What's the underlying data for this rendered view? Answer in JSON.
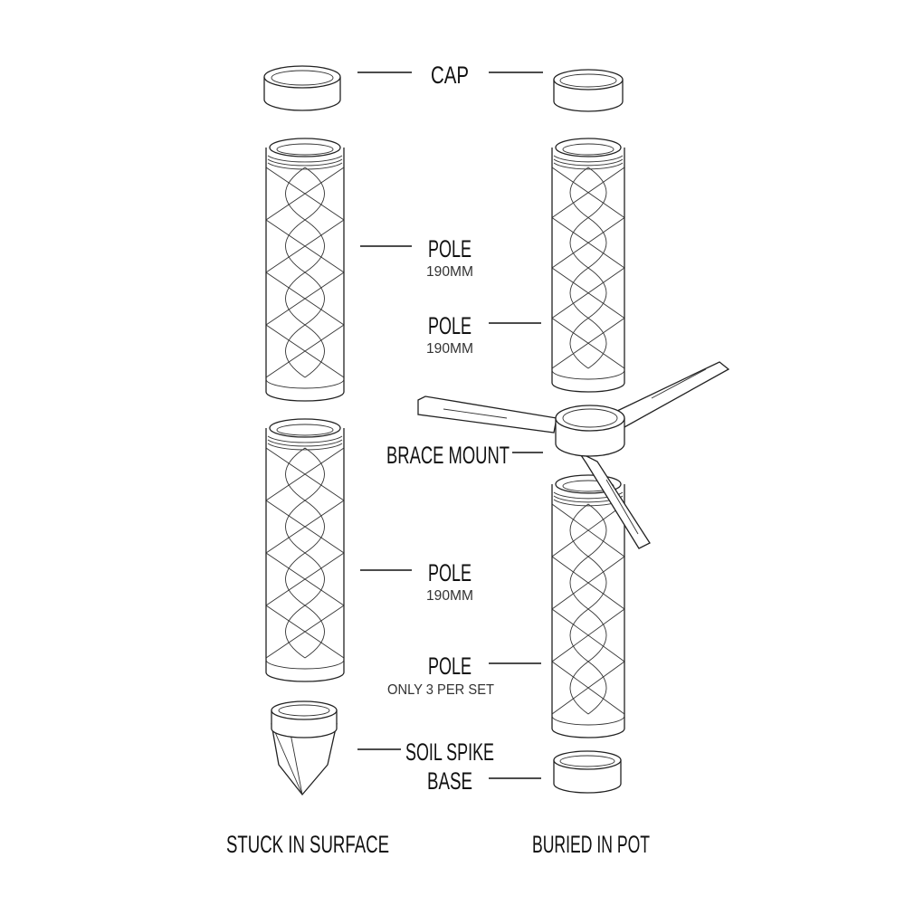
{
  "labels": {
    "cap": "CAP",
    "pole_top_left": {
      "title": "POLE",
      "sub": "190MM"
    },
    "pole_top_right": {
      "title": "POLE",
      "sub": "190MM"
    },
    "brace_mount": "BRACE MOUNT",
    "pole_bottom_left": {
      "title": "POLE",
      "sub": "190MM"
    },
    "pole_bottom_right": {
      "title": "POLE",
      "sub": "ONLY 3 PER SET"
    },
    "soil_spike": "SOIL SPIKE",
    "base": "BASE"
  },
  "columns": {
    "left": "STUCK IN SURFACE",
    "right": "BURIED IN POT"
  }
}
